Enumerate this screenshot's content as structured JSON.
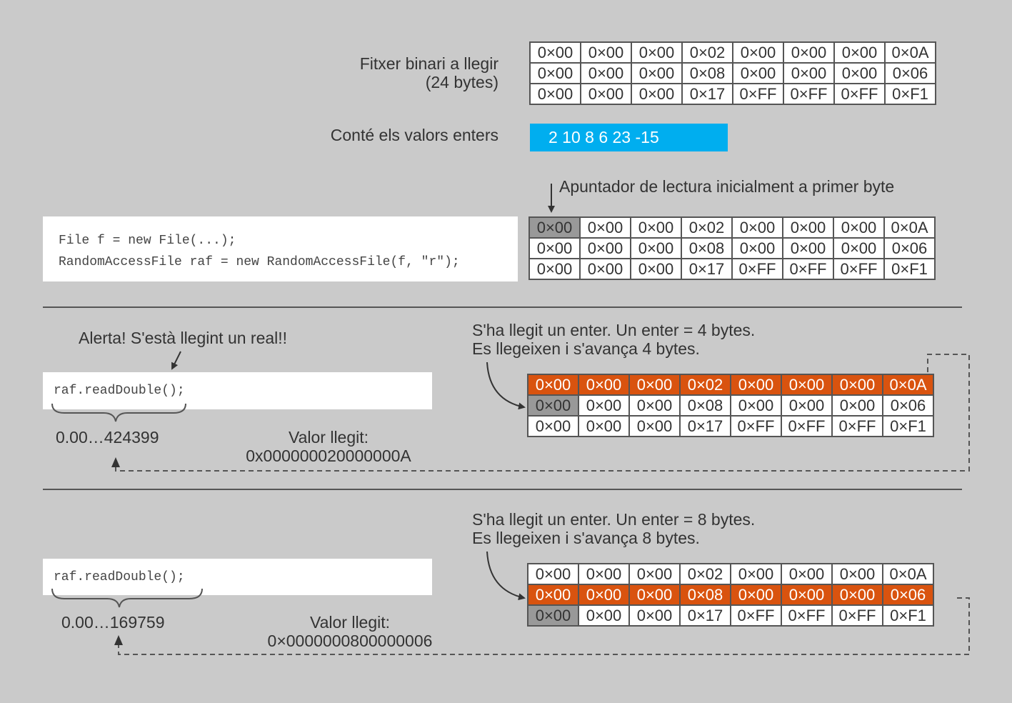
{
  "file_label": {
    "line1": "Fitxer binari a llegir",
    "line2": "(24 bytes)"
  },
  "bytes": [
    [
      "0×00",
      "0×00",
      "0×00",
      "0×02",
      "0×00",
      "0×00",
      "0×00",
      "0×0A"
    ],
    [
      "0×00",
      "0×00",
      "0×00",
      "0×08",
      "0×00",
      "0×00",
      "0×00",
      "0×06"
    ],
    [
      "0×00",
      "0×00",
      "0×00",
      "0×17",
      "0×FF",
      "0×FF",
      "0×FF",
      "0×F1"
    ]
  ],
  "values_label": "Conté els valors enters",
  "values_text": "2 10 8 6 23 -15",
  "pointer_label": "Apuntador de lectura inicialment a primer byte",
  "code_open": {
    "line1": "File f = new File(...);",
    "line2": "RandomAccessFile raf = new RandomAccessFile(f, \"r\");"
  },
  "step1": {
    "alert": "Alerta! S'està llegint un real!!",
    "code": "raf.readDouble();",
    "result": "0.00…424399",
    "value_label": "Valor llegit:",
    "value_hex": "0x000000020000000A",
    "note_line1": "S'ha llegit un enter. Un enter = 4 bytes.",
    "note_line2": "Es llegeixen i s'avança 4 bytes."
  },
  "step2": {
    "code": "raf.readDouble();",
    "result": "0.00…169759",
    "value_label": "Valor llegit:",
    "value_hex": "0×0000000800000006",
    "note_line1": "S'ha llegit un enter. Un enter = 8 bytes.",
    "note_line2": "Es llegeixen i s'avança 8 bytes."
  },
  "colors": {
    "background": "#cacaca",
    "read_row": "#d9530f",
    "pointer_cell": "#999999",
    "values_box": "#00aeef"
  }
}
